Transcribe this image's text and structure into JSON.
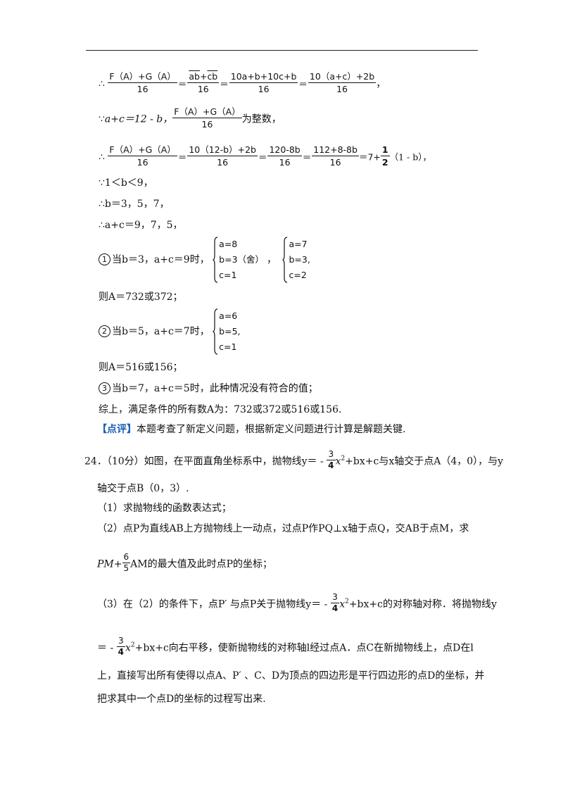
{
  "line1": {
    "prefix": "∴",
    "f1_num": "F（A）+G（A）",
    "f1_den": "16",
    "f2_num_1": "ab",
    "f2_num_plus": "+",
    "f2_num_2": "cb",
    "f2_den": "16",
    "f3_num": "10a+b+10c+b",
    "f3_den": "16",
    "f4_num": "10（a+c）+2b",
    "f4_den": "16",
    "end": "，"
  },
  "line2": {
    "prefix": "∵",
    "text": "a+c＝12 - b，",
    "f_num": "F（A）+G（A）",
    "f_den": "16",
    "suffix": "为整数，"
  },
  "line3": {
    "prefix": "∴",
    "f1_num": "F（A）+G（A）",
    "f1_den": "16",
    "f2_num": "10（12-b）+2b",
    "f2_den": "16",
    "f3_num": "120-8b",
    "f3_den": "16",
    "f4_num": "112+8-8b",
    "f4_den": "16",
    "mid": "＝7+",
    "f5_num": "1",
    "f5_den": "2",
    "end": "（1 - b），"
  },
  "line4": "∵1＜b＜9，",
  "line5": "∴b＝3，5，7，",
  "line6": "∴a+c＝9，7，5，",
  "case1": {
    "num": "1",
    "text": "当b＝3，a+c＝9时，",
    "sys1": [
      "a=8",
      "b=3（舍）",
      "c=1"
    ],
    "sep": "，",
    "sys2": [
      "a=7",
      "b=3,",
      "c=2"
    ]
  },
  "result1": "则A＝732或372；",
  "case2": {
    "num": "2",
    "text": "当b＝5，a+c＝7时，",
    "sys": [
      "a=6",
      "b=5,",
      "c=1"
    ]
  },
  "result2": "则A＝516或156；",
  "case3": {
    "num": "3",
    "text": "当b＝7，a+c＝5时，此种情况没有符合的值；"
  },
  "summary": "综上，满足条件的所有数A为：732或372或516或156.",
  "review": {
    "tag": "【点评】",
    "text": "本题考查了新定义问题，根据新定义问题进行计算是解题关键."
  },
  "q24": {
    "line1_a": "24．（10分）如图，在平面直角坐标系中，抛物线y＝ - ",
    "f_num": "3",
    "f_den": "4",
    "line1_b": "x",
    "line1_b_sup": "2",
    "line1_c": "+bx+c与x轴交于点A（4，0），与y",
    "line2": "轴交于点B（0，3）.",
    "part1": "（1）求抛物线的函数表达式；",
    "part2_a": "（2）点P为直线AB上方抛物线上一动点，过点P作PQ⊥x轴于点Q，交AB于点M，求",
    "part2_b_pre": "PM+",
    "part2_f_num": "6",
    "part2_f_den": "5",
    "part2_b_post": "AM的最大值及此时点P的坐标；",
    "part3_a_pre": "（3）在（2）的条件下，点P′ 与点P关于抛物线y＝ - ",
    "part3_f_num": "3",
    "part3_f_den": "4",
    "part3_a_x": "x",
    "part3_a_sup": "2",
    "part3_a_post": "+bx+c的对称轴对称．将抛物线y",
    "part3_b_pre": "＝ - ",
    "part3_b_f_num": "3",
    "part3_b_f_den": "4",
    "part3_b_x": "x",
    "part3_b_sup": "2",
    "part3_b_post": "+bx+c向右平移，使新抛物线的对称轴l经过点A．点C在新抛物线上，点D在l",
    "part3_c": "上，直接写出所有使得以点A、P′ 、C、D为顶点的四边形是平行四边形的点D的坐标，并",
    "part3_d": "把求其中一个点D的坐标的过程写出来."
  }
}
